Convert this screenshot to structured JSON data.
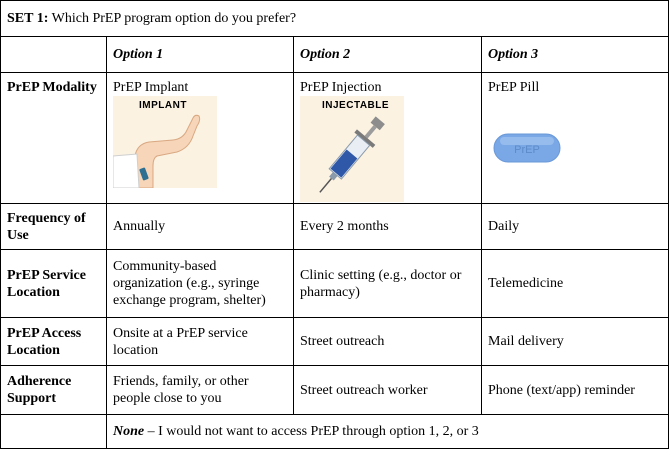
{
  "set": {
    "label": "SET 1:",
    "question": " Which PrEP program option do you prefer?"
  },
  "options": [
    {
      "label": "Option 1"
    },
    {
      "label": "Option 2"
    },
    {
      "label": "Option 3"
    }
  ],
  "rows": {
    "modality": {
      "label": "PrEP Modality",
      "cells": [
        "PrEP Implant",
        "PrEP Injection",
        "PrEP Pill"
      ],
      "captions": [
        "IMPLANT",
        "INJECTABLE"
      ],
      "pill_text": "PrEP"
    },
    "frequency": {
      "label": "Frequency of Use",
      "cells": [
        "Annually",
        "Every 2 months",
        "Daily"
      ]
    },
    "service_location": {
      "label": "PrEP Service Location",
      "cells": [
        "Community-based organization (e.g., syringe exchange program, shelter)",
        "Clinic setting (e.g., doctor or pharmacy)",
        "Telemedicine"
      ]
    },
    "access_location": {
      "label": "PrEP Access Location",
      "cells": [
        "Onsite at a PrEP service location",
        "Street outreach",
        "Mail delivery"
      ]
    },
    "adherence": {
      "label": "Adherence Support",
      "cells": [
        "Friends, family, or other people close to you",
        "Street outreach worker",
        "Phone (text/app) reminder"
      ]
    }
  },
  "none_row": {
    "emphasis": "None",
    "text": " – I would not want to access PrEP through option 1, 2, or 3"
  },
  "colors": {
    "caption_blue": "#3d6fb1",
    "pill_blue": "#7aa8e6",
    "illustration_bg": "#fbf2e2"
  },
  "icons": [
    "implant-arm-illustration",
    "syringe-illustration",
    "pill-illustration"
  ]
}
